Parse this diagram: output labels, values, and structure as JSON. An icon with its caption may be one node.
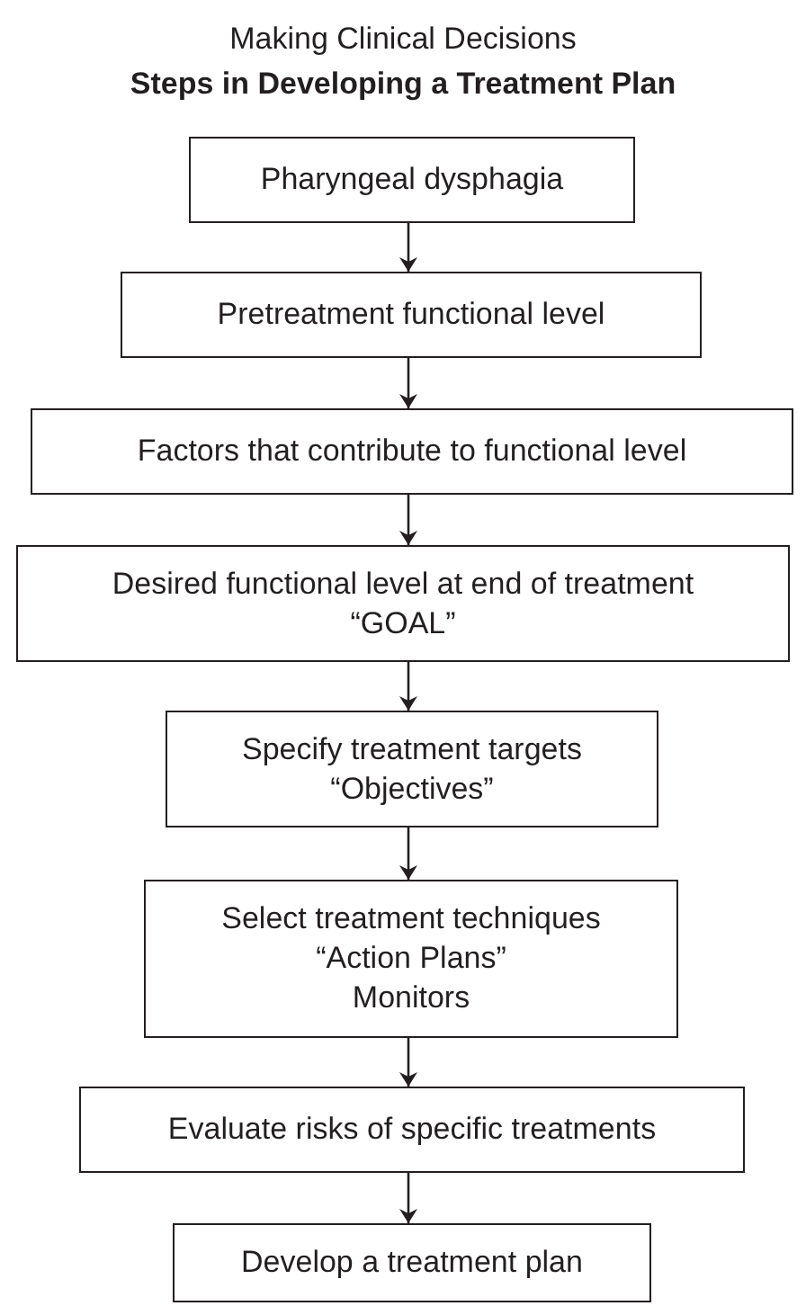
{
  "diagram": {
    "title": "Making Clinical Decisions",
    "labels": [
      "Steps in Developing a Treatment Plan"
    ],
    "nodes": [
      {
        "text": [
          "Pharyngeal dysphagia"
        ]
      },
      {
        "text": [
          "Pretreatment functional level"
        ]
      },
      {
        "text": [
          "Factors that contribute to functional level"
        ]
      },
      {
        "text": [
          "Desired functional level at end of treatment",
          "“GOAL”"
        ]
      },
      {
        "text": [
          "Specify treatment targets",
          "“Objectives”"
        ]
      },
      {
        "text": [
          "Select treatment techniques",
          "“Action Plans”",
          "Monitors"
        ]
      },
      {
        "text": [
          "Evaluate risks of specific treatments"
        ]
      },
      {
        "text": [
          "Develop a treatment plan"
        ]
      }
    ],
    "edges": [
      {
        "from": 0,
        "to": 1,
        "arrow": "to"
      },
      {
        "from": 1,
        "to": 2,
        "arrow": "to"
      },
      {
        "from": 2,
        "to": 3,
        "arrow": "to"
      },
      {
        "from": 3,
        "to": 4,
        "arrow": "to"
      },
      {
        "from": 4,
        "to": 5,
        "arrow": "to"
      },
      {
        "from": 5,
        "to": 6,
        "arrow": "to"
      },
      {
        "from": 6,
        "to": 7,
        "arrow": "to"
      }
    ]
  }
}
